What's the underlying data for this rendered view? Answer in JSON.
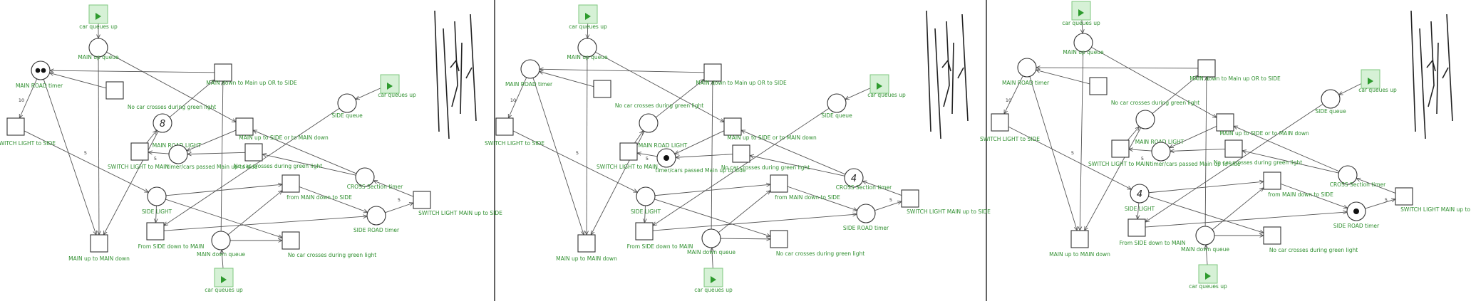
{
  "panels": [
    {
      "offset": 0,
      "places": {
        "main_road_timer": {
          "label": "MAIN ROAD timer",
          "tokens": 2
        },
        "main_up_queue": {
          "label": "MAIN up queue"
        },
        "main_road_light": {
          "label": "MAIN ROAD LIGHT",
          "tokens_text": "8"
        },
        "timer_cars_passed": {
          "label": "timer/cars passed Main up to side"
        },
        "side_light": {
          "label": "SIDE LIGHT"
        },
        "main_down_queue": {
          "label": "MAIN down queue"
        },
        "side_road_timer": {
          "label": "SIDE ROAD timer"
        },
        "cross_section_timer": {
          "label": "CROSS Section timer"
        },
        "side_queue": {
          "label": "SIDE queue"
        }
      },
      "transitions": {
        "switch_light_to_side": {
          "label": "SWITCH LIGHT to SIDE"
        },
        "main_down_to_main_up_or_side": {
          "label": "MAIN down to Main up OR  to SIDE"
        },
        "no_car_crosses_1": {
          "label": "No car crosses during green light"
        },
        "main_up_to_side_or_main_down": {
          "label": "MAIN up to SIDE or to MAIN down"
        },
        "switch_light_to_main": {
          "label": "SWITCH LIGHT to MAIN"
        },
        "no_car_crosses_2": {
          "label": "No car crosses during green light"
        },
        "from_main_down_to_side": {
          "label": "from MAIN down to SIDE"
        },
        "switch_light_main_up_to_side": {
          "label": "SWITCH LIGHT MAIN up to SIDE"
        },
        "main_up_to_main_down": {
          "label": "MAIN up to MAIN down"
        },
        "from_side_down_to_main": {
          "label": "From SIDE down to MAIN"
        },
        "no_car_crosses_3": {
          "label": "No car crosses during green light"
        }
      },
      "sources": {
        "car_queues_up_top": "car queues up",
        "car_queues_up_right": "car queues up",
        "car_queues_up_bottom": "car queues up"
      },
      "weights": {
        "w10": "10",
        "w5a": "5",
        "w5b": "5",
        "w5c": "5"
      }
    },
    {
      "offset": 690,
      "places": {
        "main_road_timer": {
          "label": "MAIN ROAD timer",
          "tokens": 0
        },
        "main_up_queue": {
          "label": "MAIN up queue"
        },
        "main_road_light": {
          "label": "MAIN ROAD LIGHT"
        },
        "timer_cars_passed": {
          "label": "timer/cars passed Main up to side",
          "tokens": 1
        },
        "side_light": {
          "label": "SIDE LIGHT"
        },
        "main_down_queue": {
          "label": "MAIN down queue"
        },
        "side_road_timer": {
          "label": "SIDE ROAD timer"
        },
        "cross_section_timer": {
          "label": "CROSS Section timer",
          "tokens_text": "4"
        },
        "side_queue": {
          "label": "SIDE queue"
        }
      },
      "transitions": {
        "switch_light_to_side": {
          "label": "SWITCH LIGHT to SIDE"
        },
        "main_down_to_main_up_or_side": {
          "label": "MAIN down to Main up OR  to SIDE"
        },
        "no_car_crosses_1": {
          "label": "No car crosses during green light"
        },
        "main_up_to_side_or_main_down": {
          "label": "MAIN up to SIDE or to MAIN down"
        },
        "switch_light_to_main": {
          "label": "SWITCH LIGHT to MAIN"
        },
        "no_car_crosses_2": {
          "label": "No car crosses during green light"
        },
        "from_main_down_to_side": {
          "label": "from MAIN down to SIDE"
        },
        "switch_light_main_up_to_side": {
          "label": "SWITCH LIGHT MAIN up to SIDE"
        },
        "main_up_to_main_down": {
          "label": "MAIN up to MAIN down"
        },
        "from_side_down_to_main": {
          "label": "From SIDE down to MAIN"
        },
        "no_car_crosses_3": {
          "label": "No car crosses during green light"
        }
      },
      "sources": {
        "car_queues_up_top": "car queues up",
        "car_queues_up_right": "car queues up",
        "car_queues_up_bottom": "car queues up"
      },
      "weights": {
        "w10": "10",
        "w5a": "5",
        "w5b": "5",
        "w5c": "5"
      }
    },
    {
      "offset": 1385,
      "places": {
        "main_road_timer": {
          "label": "MAIN ROAD timer",
          "tokens": 0
        },
        "main_up_queue": {
          "label": "MAIN up queue"
        },
        "main_road_light": {
          "label": "MAIN ROAD LIGHT"
        },
        "timer_cars_passed": {
          "label": "timer/cars passed Main up to side"
        },
        "side_light": {
          "label": "SIDE LIGHT",
          "tokens_text": "4"
        },
        "main_down_queue": {
          "label": "MAIN down queue"
        },
        "side_road_timer": {
          "label": "SIDE ROAD timer",
          "tokens": 1
        },
        "cross_section_timer": {
          "label": "CROSS Section timer"
        },
        "side_queue": {
          "label": "SIDE queue"
        }
      },
      "transitions": {
        "switch_light_to_side": {
          "label": "SWITCH LIGHT to SIDE"
        },
        "main_down_to_main_up_or_side": {
          "label": "MAIN down to Main up OR  to SIDE"
        },
        "no_car_crosses_1": {
          "label": "No car crosses during green light"
        },
        "main_up_to_side_or_main_down": {
          "label": "MAIN up to SIDE or to MAIN down"
        },
        "switch_light_to_main": {
          "label": "SWITCH LIGHT to MAIN"
        },
        "no_car_crosses_2": {
          "label": "No car crosses during green light"
        },
        "from_main_down_to_side": {
          "label": "from MAIN down to SIDE"
        },
        "switch_light_main_up_to_side": {
          "label": "SWITCH LIGHT MAIN up to SIDE"
        },
        "main_up_to_main_down": {
          "label": "MAIN up to MAIN down"
        },
        "from_side_down_to_main": {
          "label": "From SIDE down to MAIN"
        },
        "no_car_crosses_3": {
          "label": "No car crosses during green light"
        }
      },
      "sources": {
        "car_queues_up_top": "car queues up",
        "car_queues_up_right": "car queues up",
        "car_queues_up_bottom": "car queues up"
      },
      "weights": {
        "w10": "10",
        "w5a": "5",
        "w5b": "5",
        "w5c": "5"
      }
    }
  ],
  "colors": {
    "label": "#2f8f2f",
    "source_fill": "#d6f1d6",
    "source_icon": "#2e9b2e"
  }
}
